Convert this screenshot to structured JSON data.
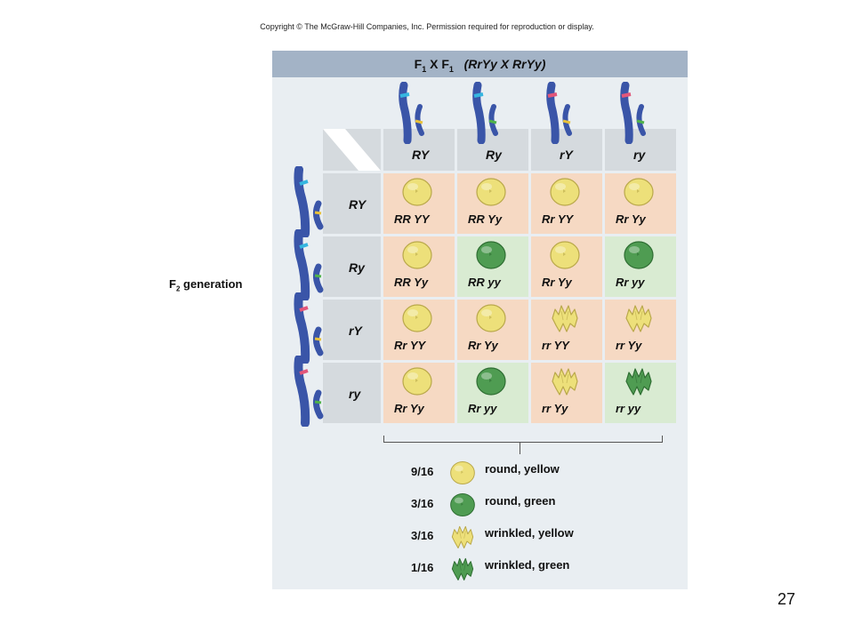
{
  "copyright": "Copyright © The McGraw-Hill Companies, Inc. Permission required for reproduction or display.",
  "title": {
    "main": "F",
    "sub1": "1",
    "x": " X F",
    "sub2": "1",
    "cross": "(RrYy X RrYy)"
  },
  "f2_label": {
    "main": "F",
    "sub": "2",
    "rest": " generation"
  },
  "gamete_cols": [
    "RY",
    "Ry",
    "rY",
    "ry"
  ],
  "gamete_rows": [
    "RY",
    "Ry",
    "rY",
    "ry"
  ],
  "genotypes": [
    [
      "RR YY",
      "RR Yy",
      "Rr YY",
      "Rr Yy"
    ],
    [
      "RR Yy",
      "RR yy",
      "Rr Yy",
      "Rr yy"
    ],
    [
      "Rr YY",
      "Rr Yy",
      "rr YY",
      "rr Yy"
    ],
    [
      "Rr Yy",
      "Rr yy",
      "rr Yy",
      "rr yy"
    ]
  ],
  "phenotypes": [
    [
      "round-yellow",
      "round-yellow",
      "round-yellow",
      "round-yellow"
    ],
    [
      "round-yellow",
      "round-green",
      "round-yellow",
      "round-green"
    ],
    [
      "round-yellow",
      "round-yellow",
      "wrinkled-yellow",
      "wrinkled-yellow"
    ],
    [
      "round-yellow",
      "round-green",
      "wrinkled-yellow",
      "wrinkled-green"
    ]
  ],
  "legend": [
    {
      "fraction": "9/16",
      "label": "round, yellow",
      "pea": "round-yellow"
    },
    {
      "fraction": "3/16",
      "label": "round, green",
      "pea": "round-green"
    },
    {
      "fraction": "3/16",
      "label": "wrinkled, yellow",
      "pea": "wrinkled-yellow"
    },
    {
      "fraction": "1/16",
      "label": "wrinkled, green",
      "pea": "wrinkled-green"
    }
  ],
  "colors": {
    "yellow_pea": "#ede07a",
    "green_pea": "#4f9c52",
    "chromosome": "#3a55a8",
    "band_R": "#35b6e0",
    "band_r": "#e2567a",
    "band_Y": "#e8c13a",
    "band_y": "#4fb24a"
  },
  "slide_number": "27"
}
